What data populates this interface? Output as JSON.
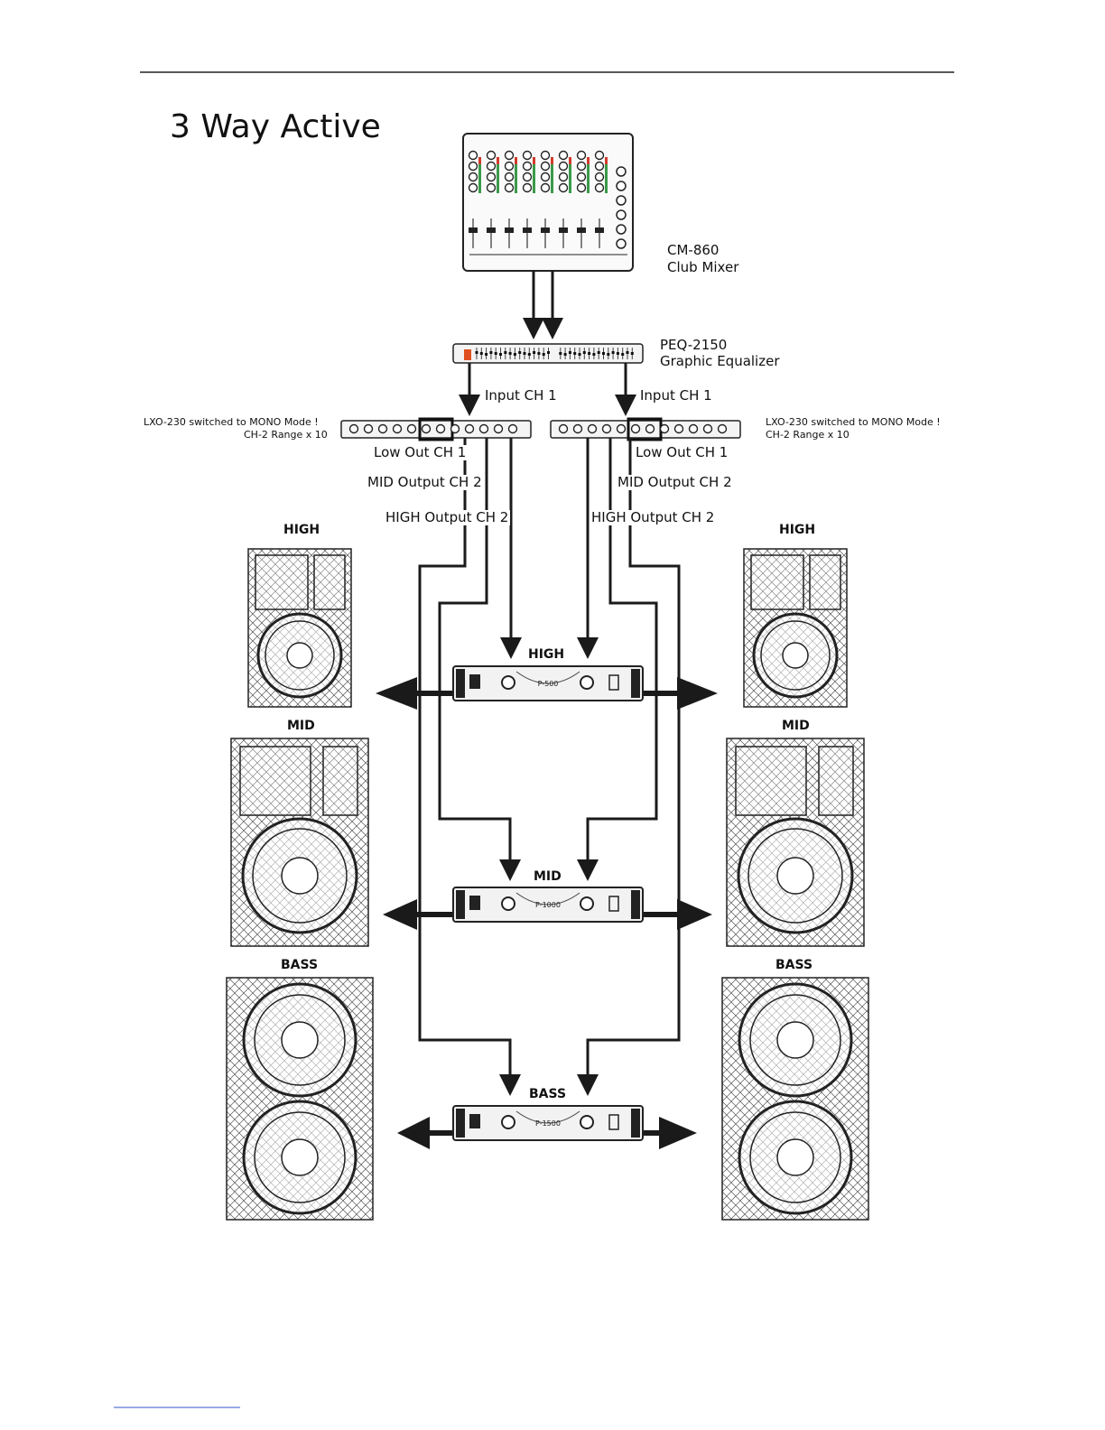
{
  "title": "3 Way Active",
  "mixer": {
    "model": "CM-860",
    "name": "Club Mixer"
  },
  "equalizer": {
    "model": "PEQ-2150",
    "name": "Graphic Equalizer"
  },
  "crossover_left": {
    "note_line1": "LXO-230 switched to MONO Mode !",
    "note_line2": "CH-2 Range x 10"
  },
  "crossover_right": {
    "note_line1": "LXO-230 switched to MONO Mode !",
    "note_line2": "CH-2 Range x 10"
  },
  "signals": {
    "input_left": "Input CH 1",
    "input_right": "Input CH 1",
    "low_left": "Low Out CH 1",
    "low_right": "Low Out CH 1",
    "mid_left": "MID Output CH 2",
    "mid_right": "MID Output CH 2",
    "high_left": "HIGH Output CH 2",
    "high_right": "HIGH Output CH 2"
  },
  "speakers": {
    "high_left": "HIGH",
    "high_right": "HIGH",
    "mid_left": "MID",
    "mid_right": "MID",
    "bass_left": "BASS",
    "bass_right": "BASS"
  },
  "amplifiers": {
    "high": {
      "label": "HIGH",
      "model": "P-500"
    },
    "mid": {
      "label": "MID",
      "model": "P-1000"
    },
    "bass": {
      "label": "BASS",
      "model": "P-1500"
    }
  },
  "colors": {
    "ink": "#1a1a1a",
    "panel": "#f2f2f2",
    "accent": "#e05020"
  }
}
